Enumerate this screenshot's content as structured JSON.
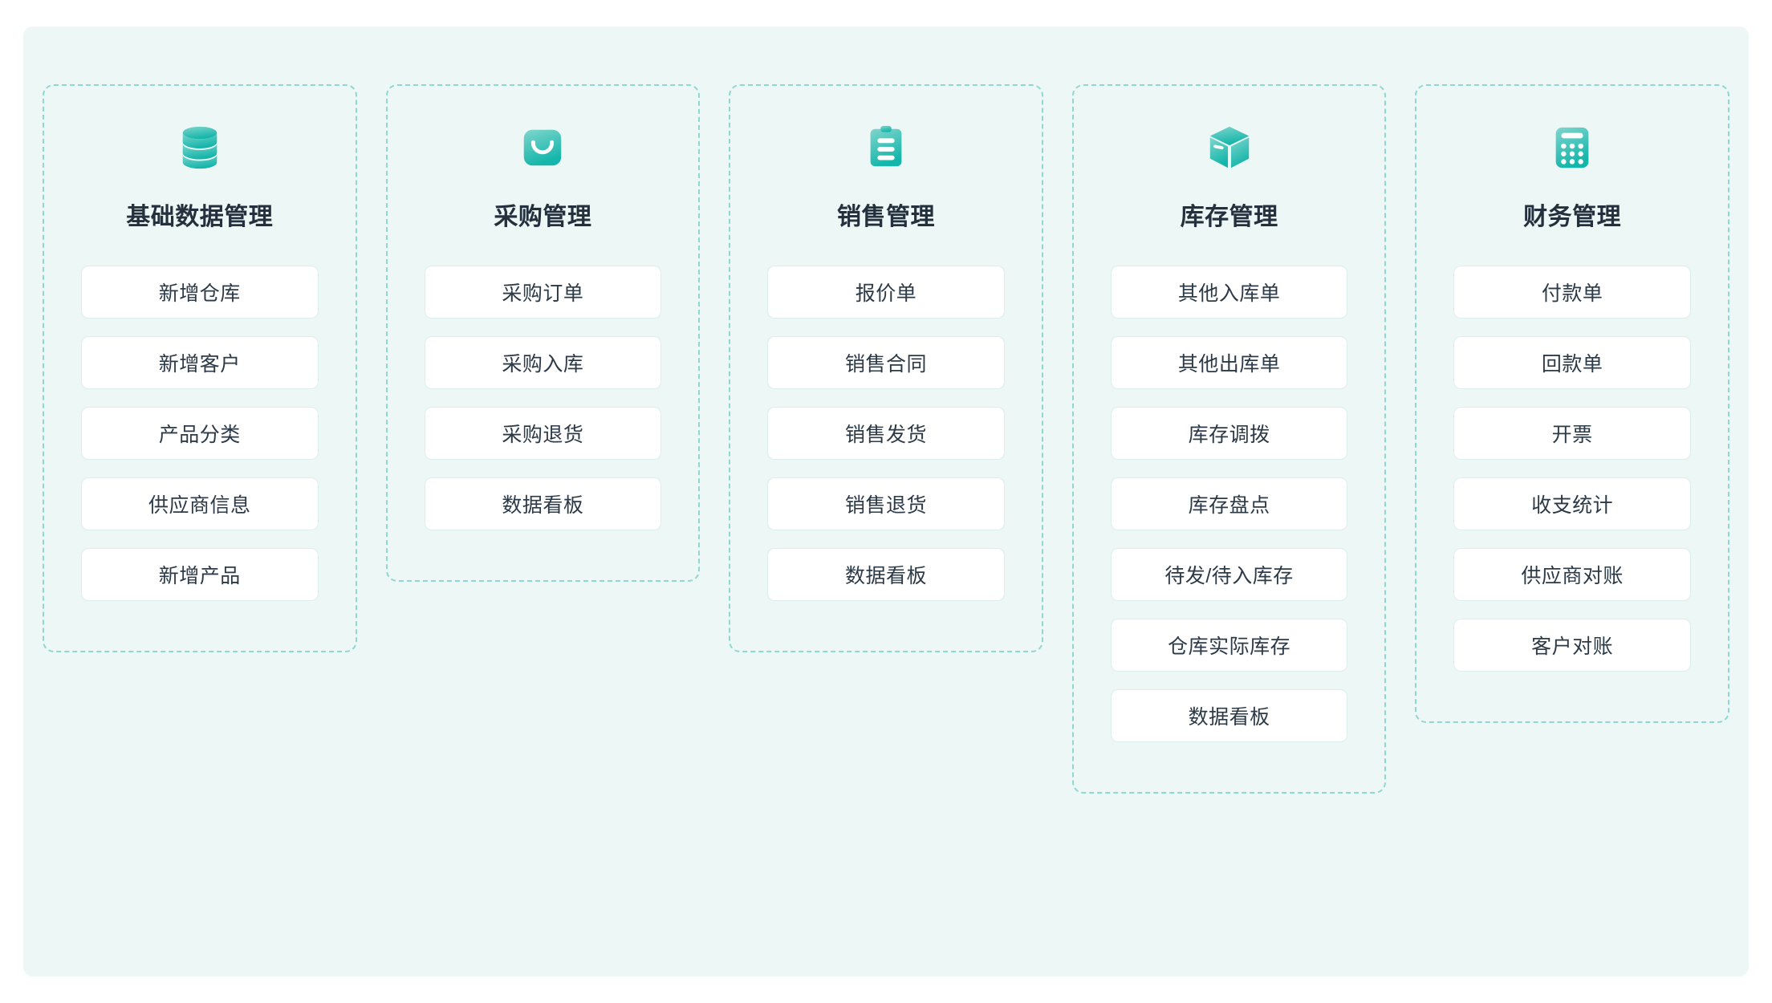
{
  "theme": {
    "page_background": "#ffffff",
    "panel_background": "#edf7f6",
    "dashed_border": "#8fd7d1",
    "item_background": "#ffffff",
    "item_border": "#dceeec",
    "title_color": "#24303d",
    "item_text_color": "#2c3a47",
    "icon_gradient_start": "#7fd6cd",
    "icon_gradient_end": "#14b5aa"
  },
  "modules": [
    {
      "icon": "database-icon",
      "title": "基础数据管理",
      "items": [
        "新增仓库",
        "新增客户",
        "产品分类",
        "供应商信息",
        "新增产品"
      ]
    },
    {
      "icon": "shopping-bag-icon",
      "title": "采购管理",
      "items": [
        "采购订单",
        "采购入库",
        "采购退货",
        "数据看板"
      ]
    },
    {
      "icon": "clipboard-icon",
      "title": "销售管理",
      "items": [
        "报价单",
        "销售合同",
        "销售发货",
        "销售退货",
        "数据看板"
      ]
    },
    {
      "icon": "box-icon",
      "title": "库存管理",
      "items": [
        "其他入库单",
        "其他出库单",
        "库存调拨",
        "库存盘点",
        "待发/待入库存",
        "仓库实际库存",
        "数据看板"
      ]
    },
    {
      "icon": "calculator-icon",
      "title": "财务管理",
      "items": [
        "付款单",
        "回款单",
        "开票",
        "收支统计",
        "供应商对账",
        "客户对账"
      ]
    }
  ]
}
